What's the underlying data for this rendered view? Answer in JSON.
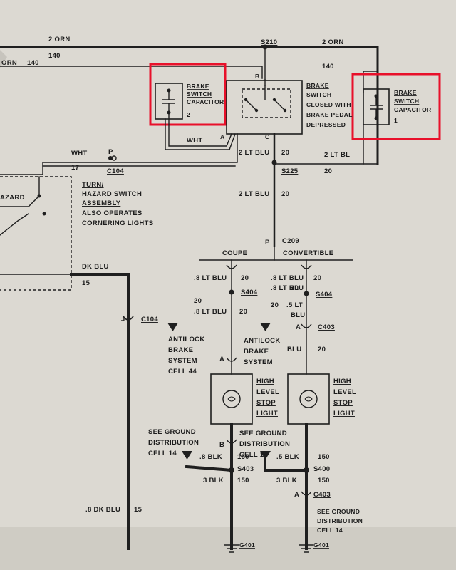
{
  "wires": {
    "orn_2_left": "2 ORN",
    "orn_2_right": "2 ORN",
    "w140_top_left": "140",
    "w140_left": "140",
    "orn_left": "ORN",
    "w140_right": "140",
    "wht_upper": "WHT",
    "wht_lower": "WHT",
    "w17": "17",
    "ltblu_center": "2 LT BLU",
    "w20_center": "20",
    "ltbl_right": "2 LT BL",
    "w20_right": "20",
    "ltblu_vertical": "2 LT BLU",
    "w20_vertical": "20",
    "dk_blu": "DK BLU",
    "w15": "15",
    "dk_blu_bottom": ".8 DK BLU",
    "w15_bottom": "15",
    "left_ltblu_1": ".8 LT BLU",
    "left_20_1": "20",
    "left_20_2": "20",
    "left_ltblu_2": ".8 LT BLU",
    "left_20_3": "20",
    "right_ltblu_1": ".8 LT BLU",
    "right_20_1": "20",
    "right_ltblu_2": ".8 LT BLU",
    "right_20_2": "20",
    "right_20_3": "20",
    "right_05": ".5 LT",
    "right_blu": "BLU",
    "right_blu_lower": "BLU",
    "right_20_4": "20",
    "left_blk": ".8 BLK",
    "left_150": "150",
    "left_3blk": "3 BLK",
    "left_150_b": "150",
    "right_blk": ".5 BLK",
    "right_150": "150",
    "right_3blk": "3 BLK",
    "right_150_b": "150"
  },
  "splices": {
    "s210": "S210",
    "s225": "S225",
    "s404_left": "S404",
    "s404_right": "S404",
    "s403": "S403",
    "s400": "S400"
  },
  "connectors": {
    "c104_top": "C104",
    "c104_top_pin": "P",
    "c104_left": "C104",
    "c104_left_pin": "J",
    "c209": "C209",
    "c209_pin": "P",
    "c403_upper": "C403",
    "c403_upper_pin": "A",
    "c403_lower": "C403",
    "c403_lower_pin": "A",
    "pin_a_switch": "A",
    "pin_b_switch": "B",
    "pin_c_switch": "C",
    "pin_a_left_light": "A",
    "pin_b_left_light": "B"
  },
  "grounds": {
    "g401_left": "G401",
    "g401_right": "G401"
  },
  "components": {
    "left_capacitor": [
      "BRAKE",
      "SWITCH",
      "CAPACITOR"
    ],
    "left_capacitor_pin": "2",
    "right_capacitor": [
      "BRAKE",
      "SWITCH",
      "CAPACITOR"
    ],
    "right_capacitor_pin": "1",
    "brake_switch": [
      "BRAKE",
      "SWITCH",
      "CLOSED WITH",
      "BRAKE PEDAL",
      "DEPRESSED"
    ],
    "turn_hazard": [
      "TURN/",
      "HAZARD SWITCH",
      "ASSEMBLY",
      "ALSO OPERATES",
      "CORNERING LIGHTS"
    ],
    "hazard_fragment": "AZARD",
    "coupe": "COUPE",
    "convertible": "CONVERTIBLE",
    "antilock_left": [
      "ANTILOCK",
      "BRAKE",
      "SYSTEM",
      "CELL 44"
    ],
    "antilock_right": [
      "ANTILOCK",
      "BRAKE",
      "SYSTEM"
    ],
    "stop_light_left": [
      "HIGH",
      "LEVEL",
      "STOP",
      "LIGHT"
    ],
    "stop_light_right": [
      "HIGH",
      "LEVEL",
      "STOP",
      "LIGHT"
    ],
    "ground_ref_left": [
      "SEE GROUND",
      "DISTRIBUTION",
      "CELL 14"
    ],
    "ground_ref_mid": [
      "SEE GROUND",
      "DISTRIBUTION",
      "CELL 14"
    ],
    "ground_ref_bottom": [
      "SEE GROUND",
      "DISTRIBUTION",
      "CELL 14"
    ]
  },
  "colors": {
    "ink": "#1f1f1f",
    "paper": "#d9d6cf",
    "highlight": "#e8102a"
  }
}
